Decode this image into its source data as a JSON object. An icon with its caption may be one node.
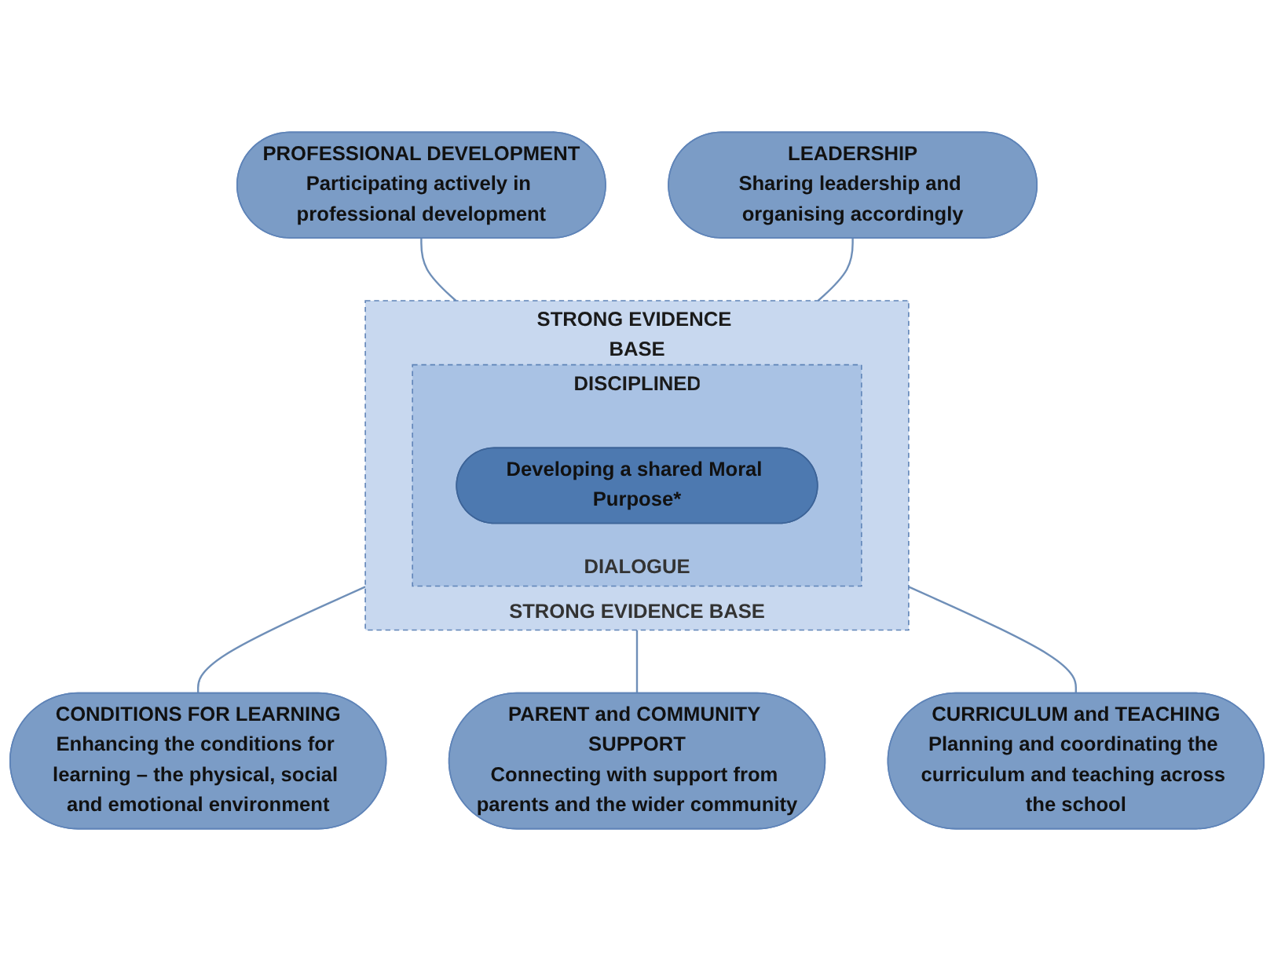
{
  "diagram": {
    "nodes": [
      {
        "text": [
          "STRONG EVIDENCE BASE",
          "STRONG EVIDENCE BASE"
        ]
      },
      {
        "text": [
          "DISCIPLINED",
          "DIALOGUE"
        ],
        "in": 0
      },
      {
        "text": [
          "Developing a shared Moral Purpose*"
        ],
        "in": 1
      },
      {
        "text": [
          "PROFESSIONAL DEVELOPMENT",
          "Participating actively in professional development"
        ]
      },
      {
        "text": [
          "LEADERSHIP",
          "Sharing leadership and organising accordingly"
        ]
      },
      {
        "text": [
          "CONDITIONS FOR LEARNING",
          "Enhancing the conditions for learning – the physical, social and emotional environment"
        ]
      },
      {
        "text": [
          "PARENT and COMMUNITY SUPPORT",
          "Connecting with support from parents and the wider community"
        ]
      },
      {
        "text": [
          "CURRICULUM and TEACHING",
          "Planning and coordinating the curriculum and teaching across the school"
        ]
      }
    ],
    "edges": [
      {
        "from": 3,
        "to": 0,
        "arrow": "none"
      },
      {
        "from": 4,
        "to": 0,
        "arrow": "none"
      },
      {
        "from": 0,
        "to": 5,
        "arrow": "none"
      },
      {
        "from": 0,
        "to": 6,
        "arrow": "none"
      },
      {
        "from": 0,
        "to": 7,
        "arrow": "none"
      }
    ]
  }
}
